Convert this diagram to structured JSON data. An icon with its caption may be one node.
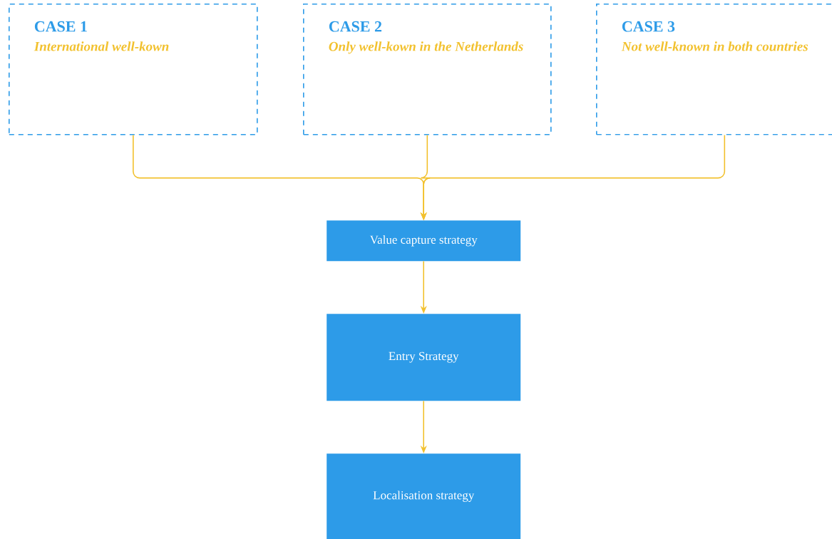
{
  "diagram": {
    "nodes": [
      {
        "text": [
          "CASE 1",
          "International well-kown"
        ]
      },
      {
        "text": [
          "CASE 2",
          "Only well-kown in the Netherlands"
        ]
      },
      {
        "text": [
          "CASE 3",
          "Not well-known in both countries"
        ]
      },
      {
        "text": [
          "Value capture strategy"
        ]
      },
      {
        "text": [
          "Entry Strategy"
        ]
      },
      {
        "text": [
          "Localisation strategy"
        ]
      }
    ],
    "edges": [
      {
        "from": 0,
        "to": 3,
        "arrow": "to"
      },
      {
        "from": 1,
        "to": 3,
        "arrow": "to"
      },
      {
        "from": 2,
        "to": 3,
        "arrow": "to"
      },
      {
        "from": 3,
        "to": 4,
        "arrow": "to"
      },
      {
        "from": 4,
        "to": 5,
        "arrow": "to"
      }
    ]
  }
}
